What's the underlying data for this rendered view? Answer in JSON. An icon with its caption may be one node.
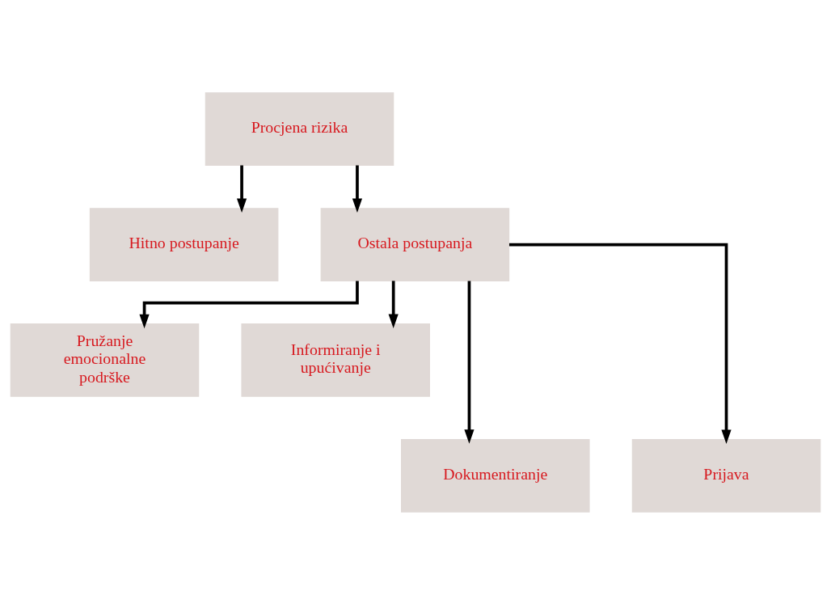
{
  "diagram": {
    "nodes": [
      {
        "text": [
          "Procjena rizika"
        ]
      },
      {
        "text": [
          "Hitno postupanje"
        ]
      },
      {
        "text": [
          "Ostala postupanja"
        ]
      },
      {
        "text": [
          "Pružanje emocionalne podrške"
        ]
      },
      {
        "text": [
          "Informiranje i upućivanje"
        ]
      },
      {
        "text": [
          "Dokumentiranje"
        ]
      },
      {
        "text": [
          "Prijava"
        ]
      }
    ],
    "edges": [
      {
        "from": 0,
        "to": 1,
        "arrow": "to"
      },
      {
        "from": 0,
        "to": 2,
        "arrow": "to"
      },
      {
        "from": 2,
        "to": 3,
        "arrow": "to"
      },
      {
        "from": 2,
        "to": 4,
        "arrow": "to"
      },
      {
        "from": 2,
        "to": 5,
        "arrow": "to"
      },
      {
        "from": 2,
        "to": 6,
        "arrow": "to"
      }
    ]
  }
}
